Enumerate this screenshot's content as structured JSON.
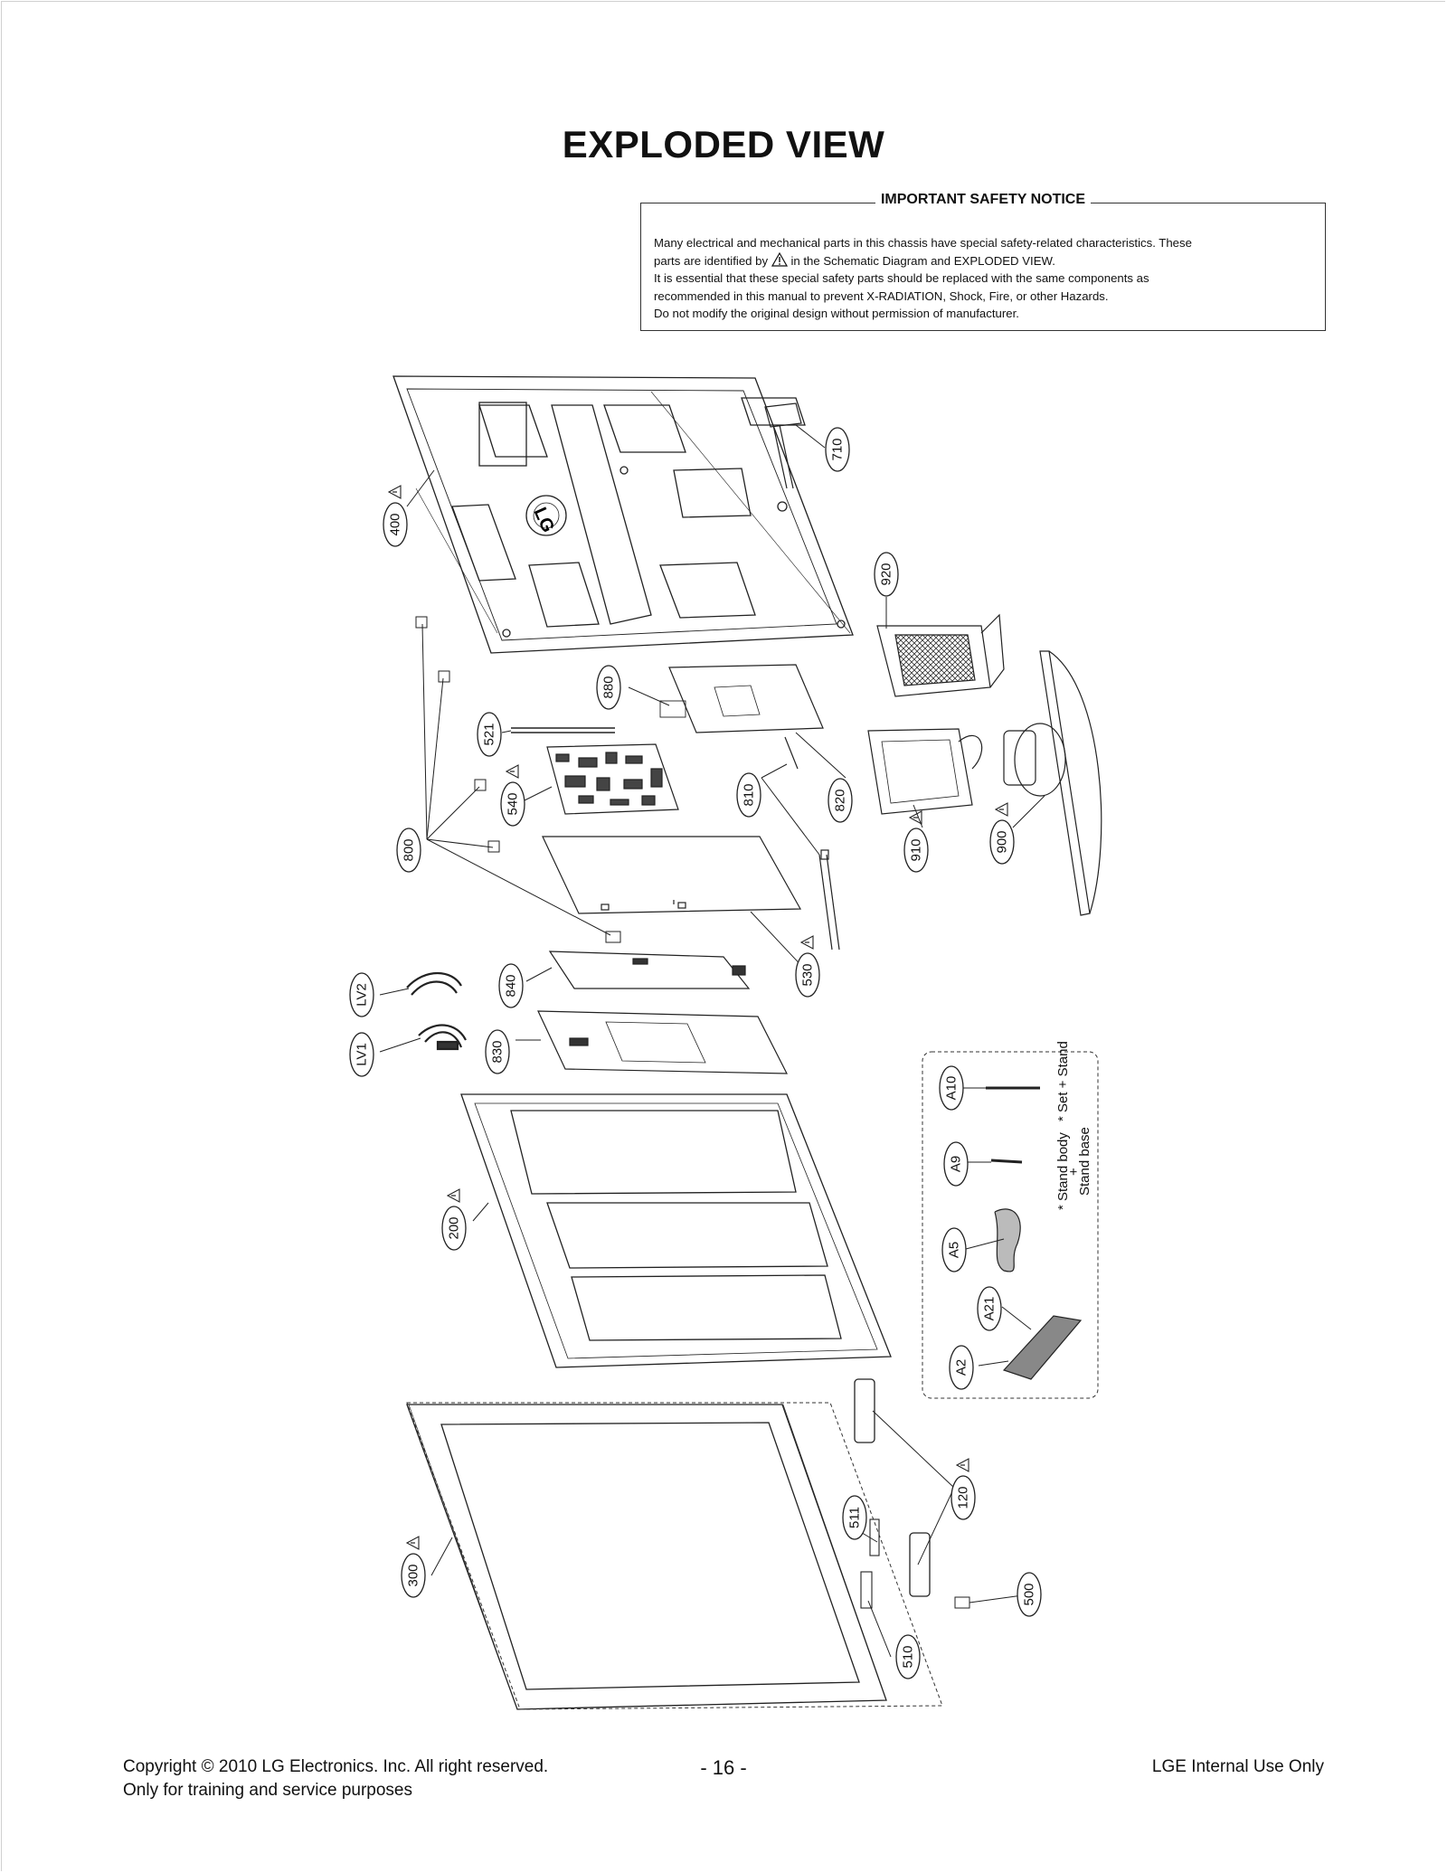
{
  "page": {
    "title": "EXPLODED VIEW"
  },
  "notice": {
    "heading": "IMPORTANT SAFETY NOTICE",
    "line1": "Many electrical and mechanical parts in this chassis have special safety-related characteristics. These",
    "line2_pre": "parts are identified by",
    "line2_post": "in the Schematic Diagram and EXPLODED VIEW.",
    "line3": "It is essential that these special safety parts should be replaced with the same components as",
    "line4": "recommended in this manual to prevent X-RADIATION, Shock, Fire, or other Hazards.",
    "line5": "Do not modify the original design without permission of manufacturer."
  },
  "diagram": {
    "parts": [
      {
        "id": "710",
        "label": "710",
        "warning": false
      },
      {
        "id": "400",
        "label": "400",
        "warning": true
      },
      {
        "id": "920",
        "label": "920",
        "warning": false
      },
      {
        "id": "880",
        "label": "880",
        "warning": false
      },
      {
        "id": "521",
        "label": "521",
        "warning": false
      },
      {
        "id": "540",
        "label": "540",
        "warning": true
      },
      {
        "id": "810",
        "label": "810",
        "warning": false
      },
      {
        "id": "820",
        "label": "820",
        "warning": false
      },
      {
        "id": "910",
        "label": "910",
        "warning": true
      },
      {
        "id": "900",
        "label": "900",
        "warning": true
      },
      {
        "id": "800",
        "label": "800",
        "warning": false
      },
      {
        "id": "530",
        "label": "530",
        "warning": true
      },
      {
        "id": "840",
        "label": "840",
        "warning": false
      },
      {
        "id": "LV2",
        "label": "LV2",
        "warning": false
      },
      {
        "id": "LV1",
        "label": "LV1",
        "warning": false
      },
      {
        "id": "830",
        "label": "830",
        "warning": false
      },
      {
        "id": "200",
        "label": "200",
        "warning": true
      },
      {
        "id": "A10",
        "label": "A10",
        "warning": false
      },
      {
        "id": "A9",
        "label": "A9",
        "warning": false
      },
      {
        "id": "A5",
        "label": "A5",
        "warning": false
      },
      {
        "id": "A21",
        "label": "A21",
        "warning": false
      },
      {
        "id": "A2",
        "label": "A2",
        "warning": false
      },
      {
        "id": "120",
        "label": "120",
        "warning": true
      },
      {
        "id": "511",
        "label": "511",
        "warning": false
      },
      {
        "id": "300",
        "label": "300",
        "warning": true
      },
      {
        "id": "500",
        "label": "500",
        "warning": false
      },
      {
        "id": "510",
        "label": "510",
        "warning": false
      }
    ],
    "screw_notes": {
      "set_stand": "* Set + Stand",
      "stand_body": "* Stand body",
      "plus": "+",
      "stand_base": "Stand base"
    },
    "logo_text": "LG"
  },
  "footer": {
    "copyright": "Copyright  © 2010 LG Electronics. Inc. All right reserved.",
    "purpose": "Only for training and service purposes",
    "page_number": "- 16 -",
    "internal": "LGE Internal Use Only"
  }
}
